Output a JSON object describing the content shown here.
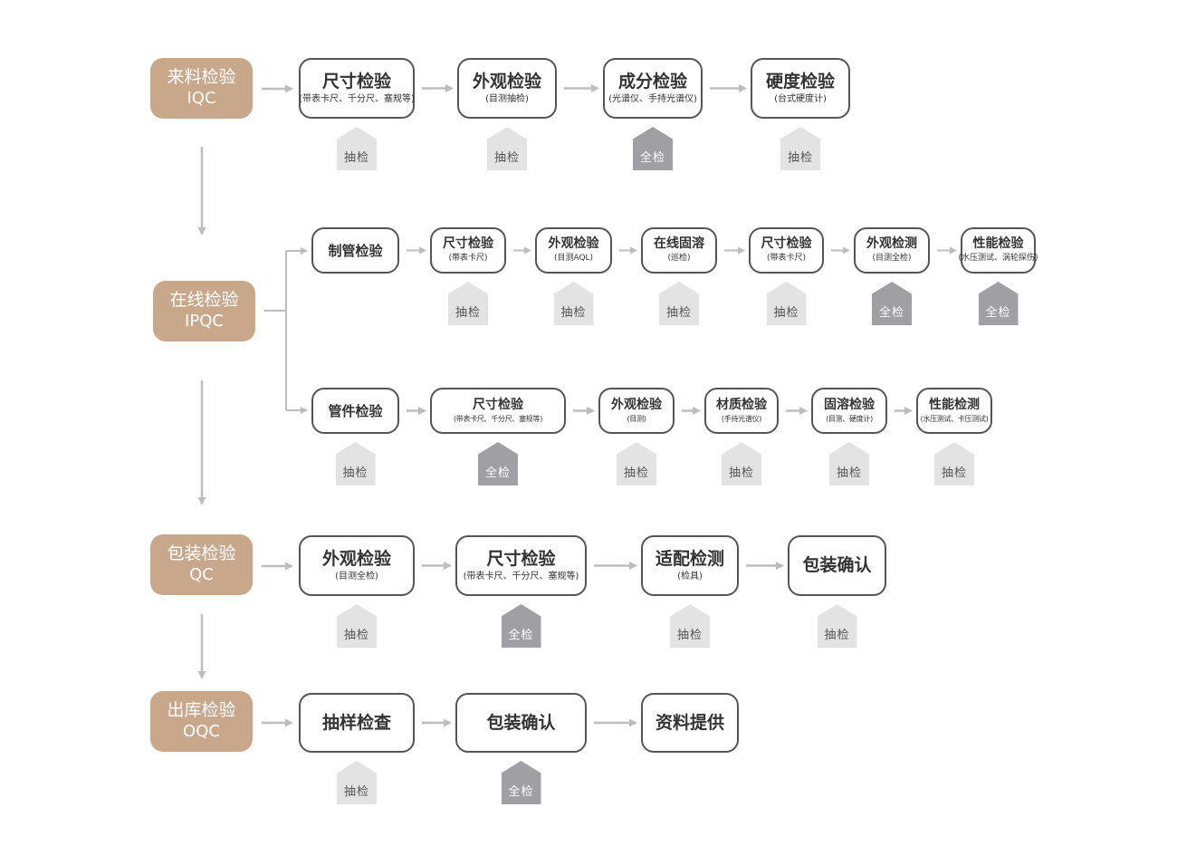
{
  "stages": [
    {
      "name": "来料检验",
      "code": "IQC"
    },
    {
      "name": "在线检验",
      "code": "IPQC"
    },
    {
      "name": "包装检验",
      "code": "QC"
    },
    {
      "name": "出库检验",
      "code": "OQC"
    }
  ],
  "iqc_steps": [
    {
      "title": "尺寸检验",
      "sub": "(带表卡尺、千分尺、塞规等)",
      "badge": "抽检"
    },
    {
      "title": "外观检验",
      "sub": "(目测抽检)",
      "badge": "抽检"
    },
    {
      "title": "成分检验",
      "sub": "(光谱仪、手持光谱仪)",
      "badge": "全检"
    },
    {
      "title": "硬度检验",
      "sub": "(台式硬度计)",
      "badge": "抽检"
    }
  ],
  "ipqc_tube_steps": [
    {
      "title": "制管检验",
      "sub": "",
      "badge": ""
    },
    {
      "title": "尺寸检验",
      "sub": "(带表卡尺)",
      "badge": "抽检"
    },
    {
      "title": "外观检验",
      "sub": "(目测AQL)",
      "badge": "抽检"
    },
    {
      "title": "在线固溶",
      "sub": "(巡检)",
      "badge": "抽检"
    },
    {
      "title": "尺寸检验",
      "sub": "(带表卡尺)",
      "badge": "抽检"
    },
    {
      "title": "外观检测",
      "sub": "(目测全检)",
      "badge": "全检"
    },
    {
      "title": "性能检验",
      "sub": "(水压测试、涡轮探伤)",
      "badge": "全检"
    }
  ],
  "ipqc_fitting_steps": [
    {
      "title": "管件检验",
      "sub": "",
      "badge": "抽检"
    },
    {
      "title": "尺寸检验",
      "sub": "(带表卡尺、千分尺、塞规等)",
      "badge": "全检"
    },
    {
      "title": "外观检验",
      "sub": "(目测)",
      "badge": "抽检"
    },
    {
      "title": "材质检验",
      "sub": "(手持光谱仪)",
      "badge": "抽检"
    },
    {
      "title": "固溶检验",
      "sub": "(目测、硬度计)",
      "badge": "抽检"
    },
    {
      "title": "性能检测",
      "sub": "(水压测试、卡压测试)",
      "badge": "抽检"
    }
  ],
  "qc_steps": [
    {
      "title": "外观检验",
      "sub": "(目测全检)",
      "badge": "抽检"
    },
    {
      "title": "尺寸检验",
      "sub": "(带表卡尺、千分尺、塞规等)",
      "badge": "全检"
    },
    {
      "title": "适配检测",
      "sub": "(检具)",
      "badge": "抽检"
    },
    {
      "title": "包装确认",
      "sub": "",
      "badge": "抽检"
    }
  ],
  "oqc_steps": [
    {
      "title": "抽样检查",
      "sub": "",
      "badge": "抽检"
    },
    {
      "title": "包装确认",
      "sub": "",
      "badge": "全检"
    },
    {
      "title": "资料提供",
      "sub": "",
      "badge": ""
    }
  ],
  "colors": {
    "stage_fill": "#c8a78a",
    "box_border": "#555555",
    "arrow": "#bdbdbd",
    "badge_sample": "#e3e3e3",
    "badge_full": "#a0a0a4"
  }
}
